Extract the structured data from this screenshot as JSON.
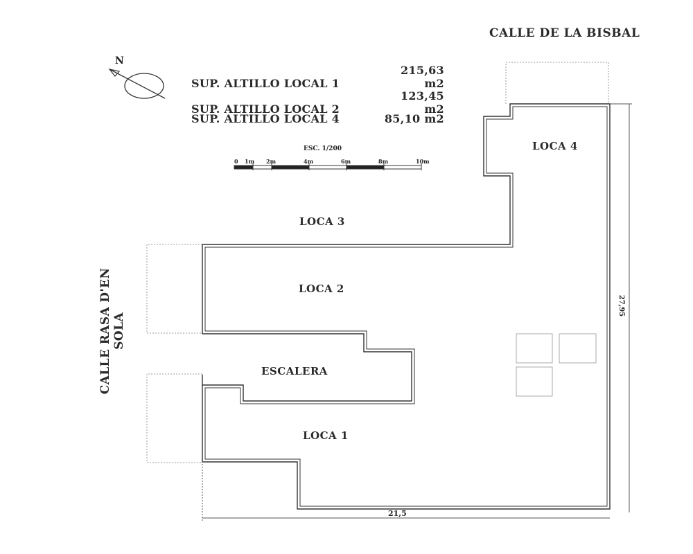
{
  "streets": {
    "top": "CALLE DE LA BISBAL",
    "left": "CALLE RASA D'EN SOLA"
  },
  "compass": {
    "label": "N"
  },
  "areas": [
    {
      "label": "SUP.  ALTILLO LOCAL 1",
      "value": "215,63 m2"
    },
    {
      "label": "SUP. ALTILLO LOCAL 2",
      "value": "123,45 m2"
    },
    {
      "label": "SUP. ALTILLO LOCAL 4",
      "value": "85,10 m2"
    }
  ],
  "scale": {
    "title": "ESC. 1/200",
    "ticks": [
      "0",
      "1m",
      "2m",
      "4m",
      "6m",
      "8m",
      "10m"
    ]
  },
  "rooms": {
    "loca4": "LOCA 4",
    "loca3": "LOCA 3",
    "loca2": "LOCA 2",
    "escalera": "ESCALERA",
    "loca1": "LOCA 1"
  },
  "dimensions": {
    "width": "21,5",
    "height": "27,95"
  }
}
